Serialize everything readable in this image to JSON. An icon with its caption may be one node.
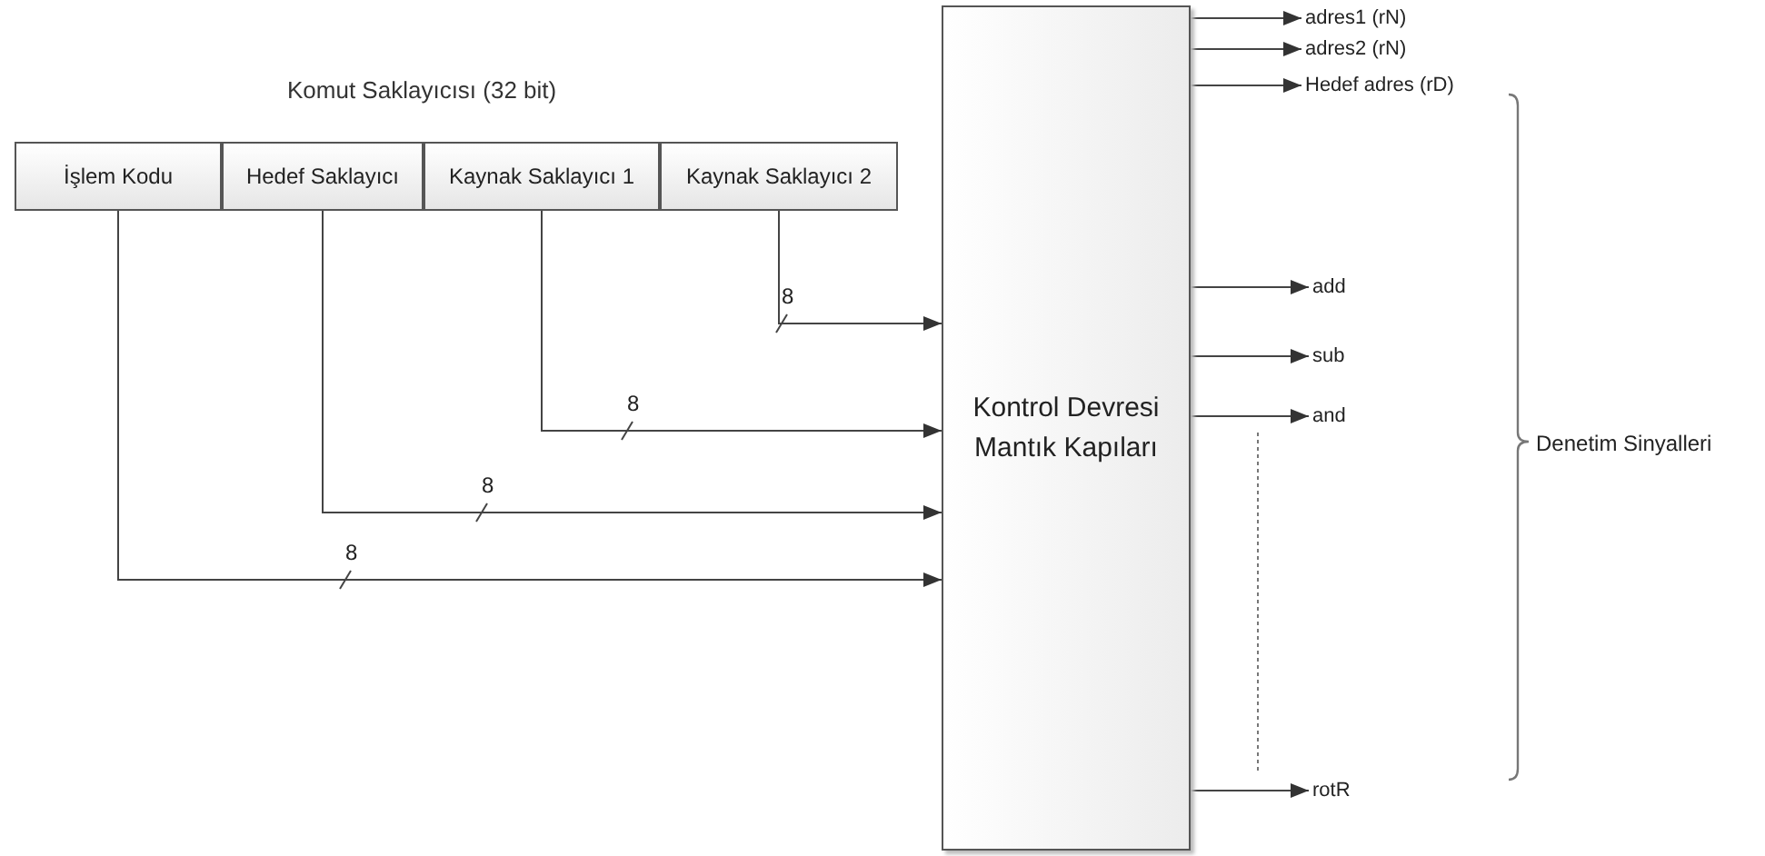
{
  "diagram": {
    "nodes": [
      {
        "text": [
          "Komut Saklayıcısı (32 bit)"
        ]
      },
      {
        "text": [
          "İşlem Kodu"
        ],
        "in": 0
      },
      {
        "text": [
          "Hedef Saklayıcı"
        ],
        "in": 0
      },
      {
        "text": [
          "Kaynak Saklayıcı 1"
        ],
        "in": 0
      },
      {
        "text": [
          "Kaynak Saklayıcı 2"
        ],
        "in": 0
      },
      {
        "text": [
          "Kontrol Devresi Mantık Kapıları"
        ]
      },
      {
        "text": [
          "adres1 (rN)"
        ]
      },
      {
        "text": [
          "adres2 (rN)"
        ]
      },
      {
        "text": [
          "Hedef adres (rD)"
        ]
      },
      {
        "text": [
          "add"
        ]
      },
      {
        "text": [
          "sub"
        ]
      },
      {
        "text": [
          "and"
        ]
      },
      {
        "text": [
          "rotR"
        ]
      }
    ],
    "edges": [
      {
        "from": 4,
        "to": 5,
        "arrow": "to",
        "label": "8"
      },
      {
        "from": 3,
        "to": 5,
        "arrow": "to",
        "label": "8"
      },
      {
        "from": 2,
        "to": 5,
        "arrow": "to",
        "label": "8"
      },
      {
        "from": 1,
        "to": 5,
        "arrow": "to",
        "label": "8"
      },
      {
        "from": 5,
        "to": 6,
        "arrow": "to"
      },
      {
        "from": 5,
        "to": 7,
        "arrow": "to"
      },
      {
        "from": 5,
        "to": 8,
        "arrow": "to"
      },
      {
        "from": 5,
        "to": 9,
        "arrow": "to"
      },
      {
        "from": 5,
        "to": 10,
        "arrow": "to"
      },
      {
        "from": 5,
        "to": 11,
        "arrow": "to"
      },
      {
        "from": 5,
        "to": 12,
        "arrow": "to"
      }
    ],
    "labels": [
      "Denetim Sinyalleri"
    ]
  }
}
